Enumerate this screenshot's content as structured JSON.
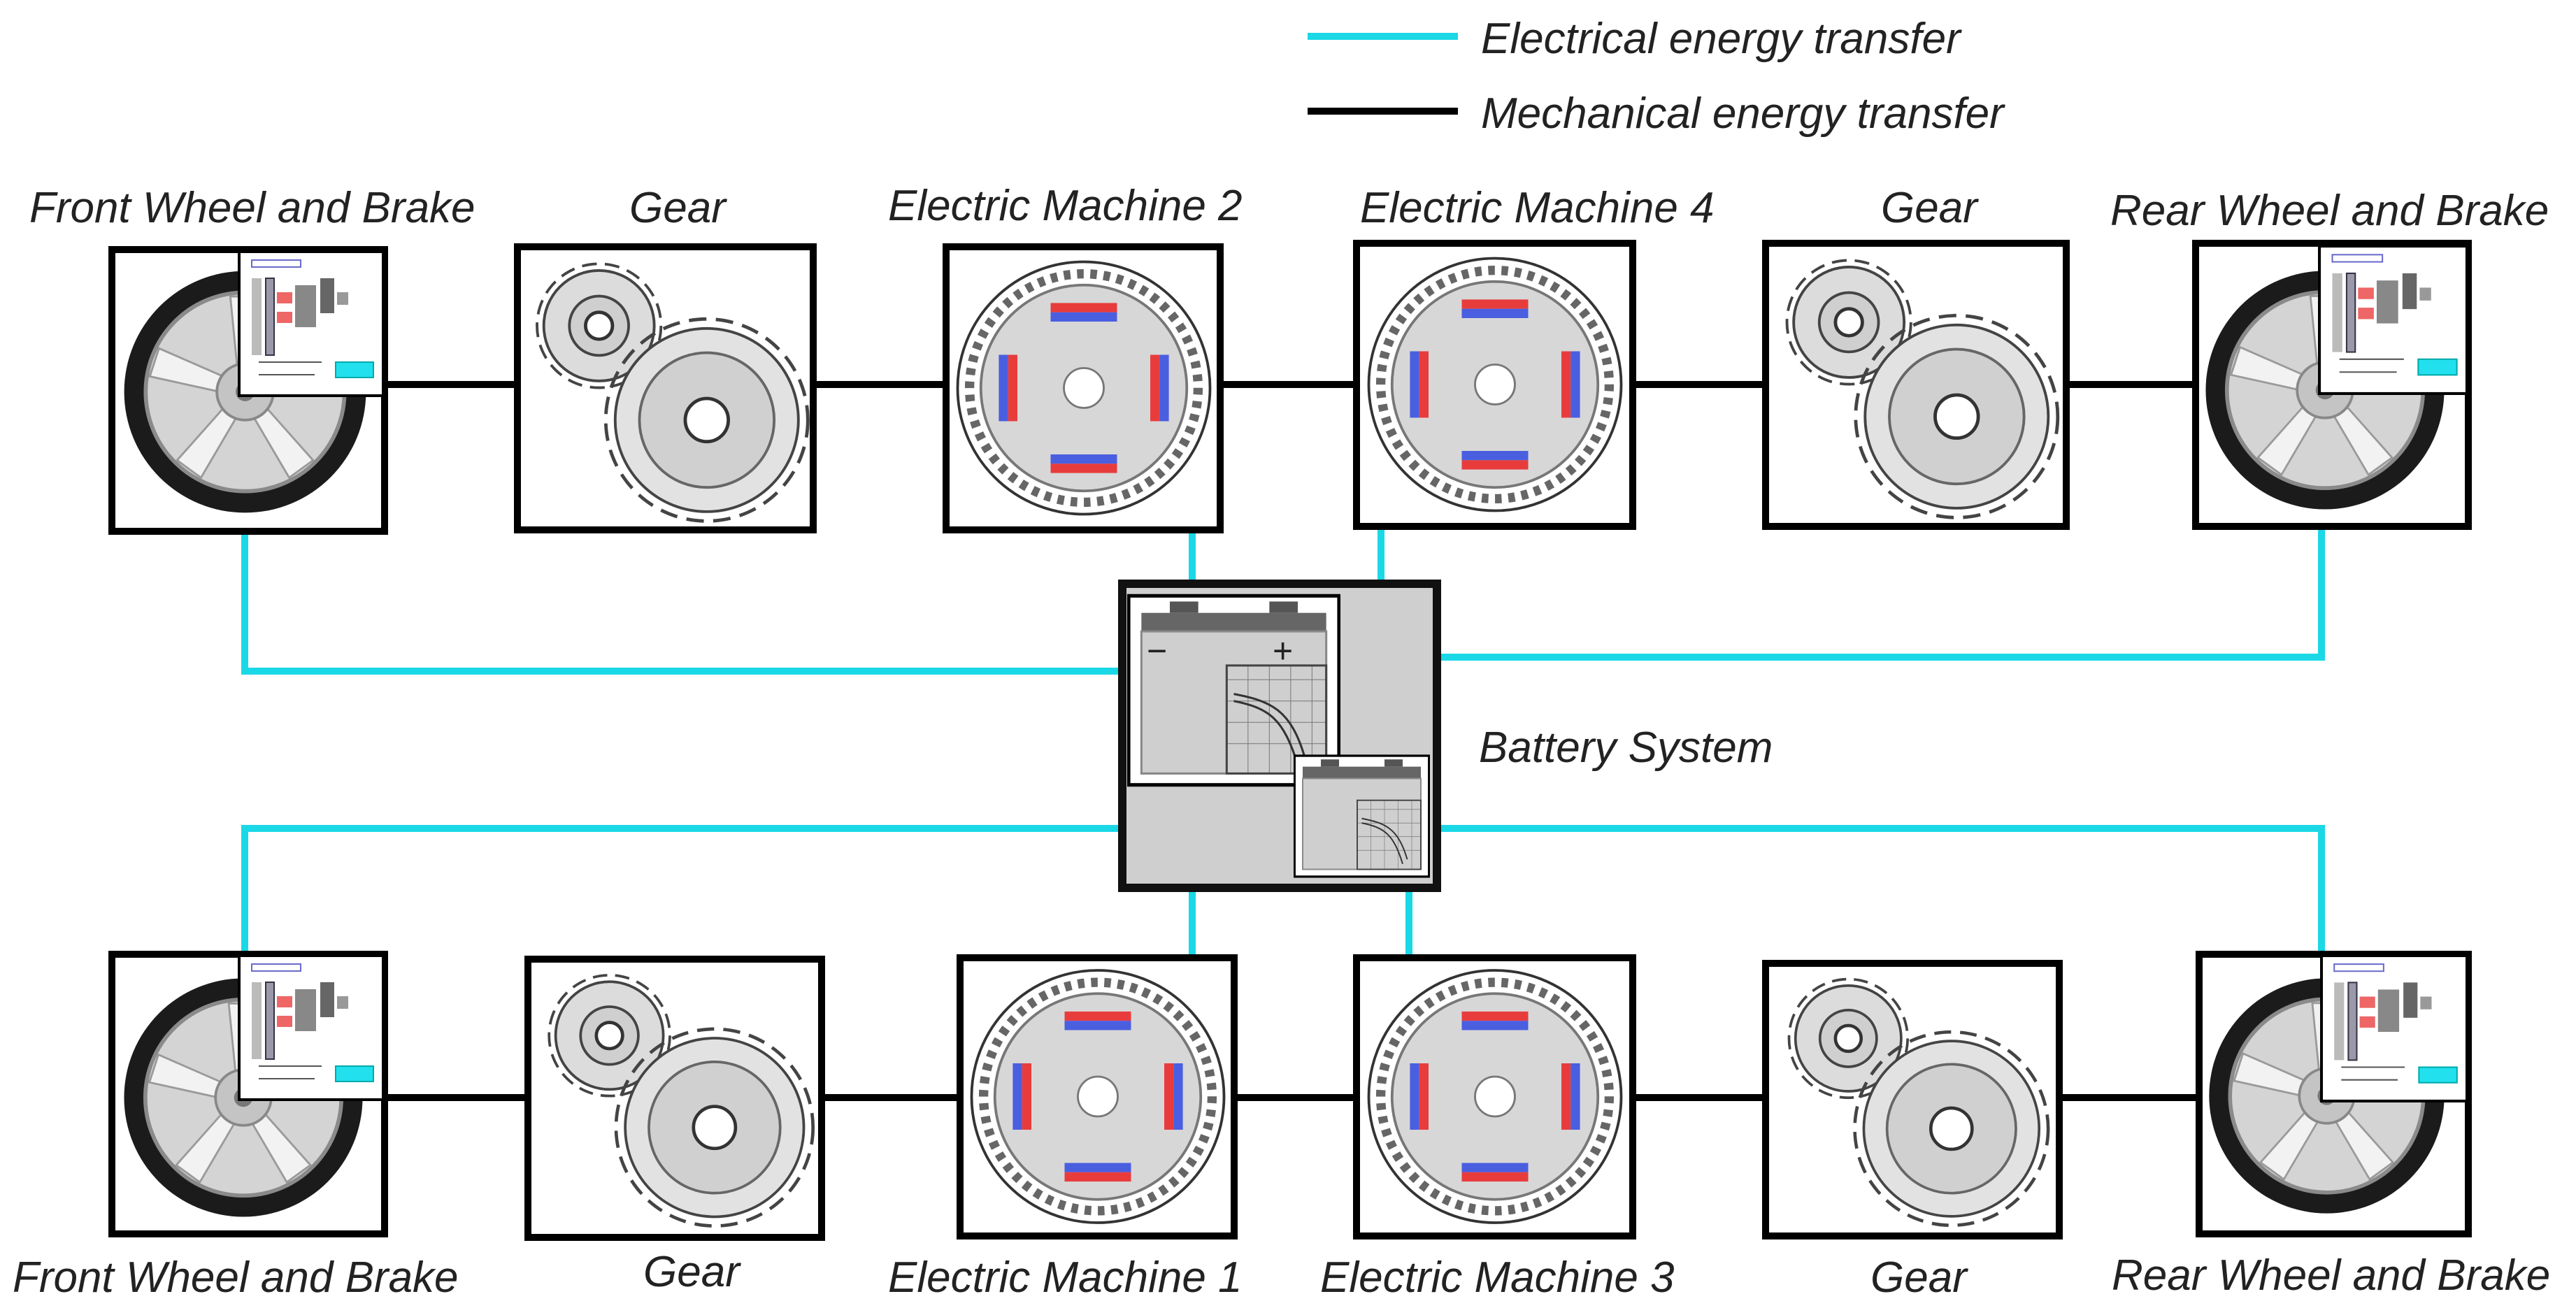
{
  "legend": {
    "electrical": "Electrical energy transfer",
    "mechanical": "Mechanical energy transfer",
    "electrical_color": "#1ad8e6",
    "mechanical_color": "#000000"
  },
  "top_row": {
    "front_wheel": "Front Wheel and Brake",
    "gear_left": "Gear",
    "machine_left": "Electric Machine 2",
    "machine_right": "Electric Machine 4",
    "gear_right": "Gear",
    "rear_wheel": "Rear Wheel and Brake"
  },
  "bottom_row": {
    "front_wheel": "Front Wheel and Brake",
    "gear_left": "Gear",
    "machine_left": "Electric Machine 1",
    "machine_right": "Electric Machine 3",
    "gear_right": "Gear",
    "rear_wheel": "Rear Wheel and Brake"
  },
  "battery": {
    "label": "Battery System",
    "minus": "−",
    "plus": "+"
  },
  "icons": {
    "wheel": "wheel-icon",
    "gear": "gear-icon",
    "machine": "electric-machine-icon",
    "battery": "battery-icon",
    "brake_panel": "brake-panel-icon"
  }
}
